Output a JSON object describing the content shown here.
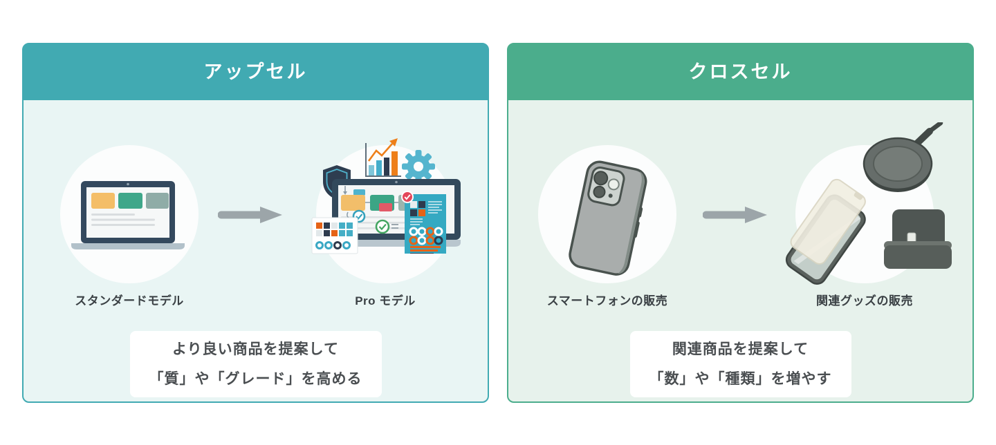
{
  "page": {
    "background_color": "#FFFFFF"
  },
  "upsell_panel": {
    "title": "アップセル",
    "accent_color": "#41AAB2",
    "body_color": "#E9F5F4",
    "before": {
      "label": "スタンダードモデル",
      "icon": "standard-laptop-illustration"
    },
    "after": {
      "label": "Pro モデル",
      "icon": "pro-laptop-illustration"
    },
    "arrow_icon": "arrow-right",
    "description": {
      "line1": "より良い商品を提案して",
      "line2": "「質」や「グレード」を高める"
    }
  },
  "cross_sell_panel": {
    "title": "クロスセル",
    "accent_color": "#4BAD8C",
    "body_color": "#E7F2EC",
    "before": {
      "label": "スマートフォンの販売",
      "icon": "smartphone-illustration"
    },
    "after": {
      "label": "関連グッズの販売",
      "icon": "phone-accessories-illustration"
    },
    "arrow_icon": "arrow-right",
    "description": {
      "line1": "関連商品を提案して",
      "line2": "「数」や「種類」を増やす"
    }
  },
  "colors": {
    "arrow_gray": "#9CA5A9",
    "circle_white": "#FCFDFD",
    "label_text": "#3B4145",
    "description_text": "#4A4E51"
  }
}
